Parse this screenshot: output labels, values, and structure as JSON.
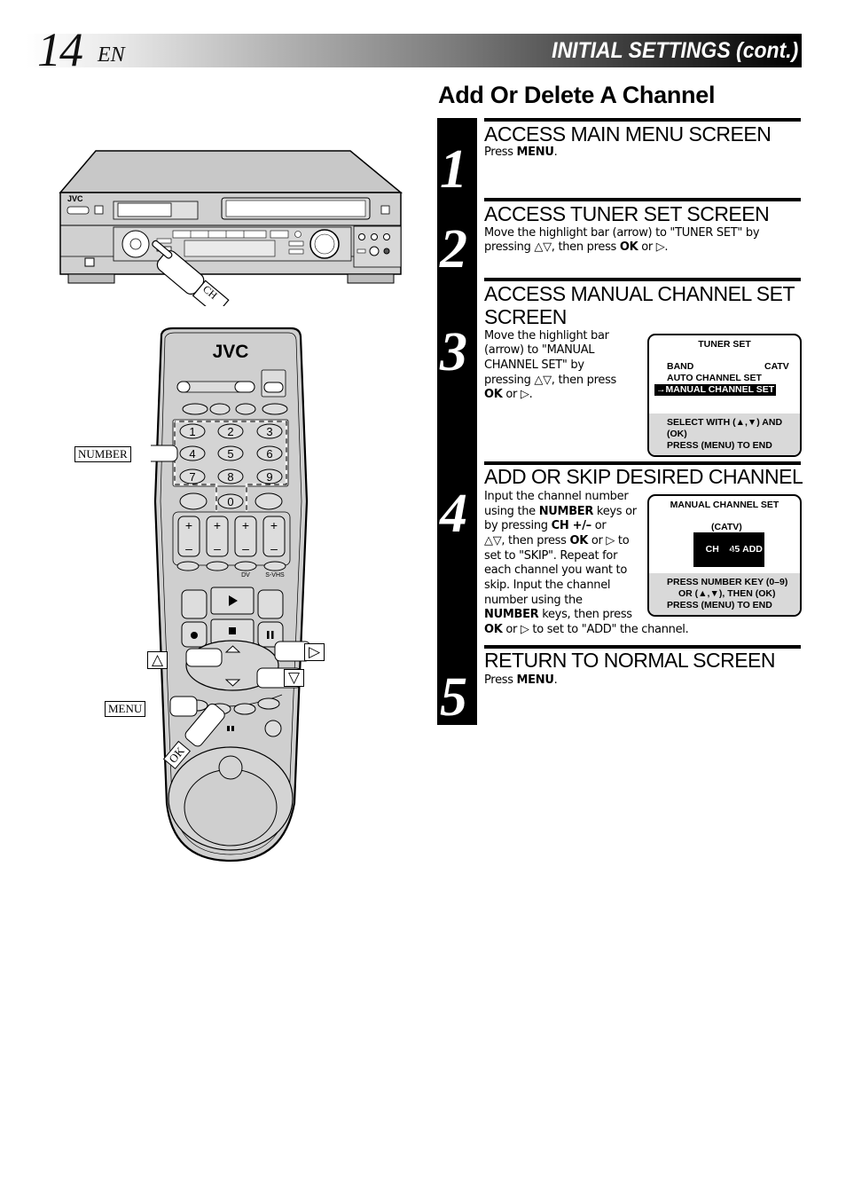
{
  "header": {
    "page_number": "14",
    "language": "EN",
    "section_title": "INITIAL SETTINGS (cont.)"
  },
  "page_heading": "Add Or Delete A Channel",
  "illustrations": {
    "vcr": {
      "brand": "JVC",
      "callout": "CH"
    },
    "remote": {
      "brand": "JVC",
      "number_keys": [
        "1",
        "2",
        "3",
        "4",
        "5",
        "6",
        "7",
        "8",
        "9",
        "0"
      ],
      "plus_label": "+",
      "minus_label": "–",
      "small_labels": [
        "DV",
        "S-VHS"
      ],
      "callouts": {
        "number": "NUMBER",
        "up": "△",
        "right": "▷",
        "down": "▽",
        "menu": "MENU",
        "ok": "OK"
      }
    }
  },
  "steps": [
    {
      "number": "1",
      "title": "ACCESS MAIN MENU SCREEN",
      "text_pre": "Press ",
      "text_bold": "MENU",
      "text_post": "."
    },
    {
      "number": "2",
      "title": "ACCESS TUNER SET SCREEN",
      "lines": [
        "Move the highlight bar (arrow) to \"TUNER SET\" by",
        "pressing △▽, then press OK or ▷."
      ]
    },
    {
      "number": "3",
      "title_line1": "ACCESS MANUAL CHANNEL SET",
      "title_line2": "SCREEN",
      "lines": [
        "Move the highlight bar",
        "(arrow) to \"MANUAL",
        "CHANNEL SET\" by",
        "pressing △▽, then press",
        "OK or ▷."
      ],
      "osd": {
        "title": "TUNER SET",
        "band_label": "BAND",
        "band_value": "CATV",
        "item_auto": "AUTO CHANNEL SET",
        "item_manual": "→MANUAL CHANNEL SET",
        "footer_line1": "SELECT WITH (▲,▼) AND (OK)",
        "footer_line2": "PRESS (MENU) TO END"
      }
    },
    {
      "number": "4",
      "title": "ADD OR SKIP DESIRED CHANNEL",
      "lines": [
        "Input the channel number",
        "using the NUMBER keys or",
        "by pressing CH +/– or",
        "△▽, then press OK or ▷ to",
        "set to \"SKIP\". Repeat for",
        "each channel you want to",
        "skip. Input the channel",
        "number using the",
        "NUMBER keys, then press",
        "OK or ▷ to set to \"ADD\" the channel."
      ],
      "osd": {
        "title": "MANUAL CHANNEL SET",
        "band": "(CATV)",
        "channel_label": "CH",
        "channel_number": "45",
        "channel_status": "ADD",
        "footer_line1": "PRESS NUMBER KEY (0–9)",
        "footer_line2": "OR (▲,▼), THEN (OK)",
        "footer_line3": "PRESS (MENU) TO END"
      }
    },
    {
      "number": "5",
      "title": "RETURN TO NORMAL SCREEN",
      "text_pre": "Press ",
      "text_bold": "MENU",
      "text_post": "."
    }
  ]
}
